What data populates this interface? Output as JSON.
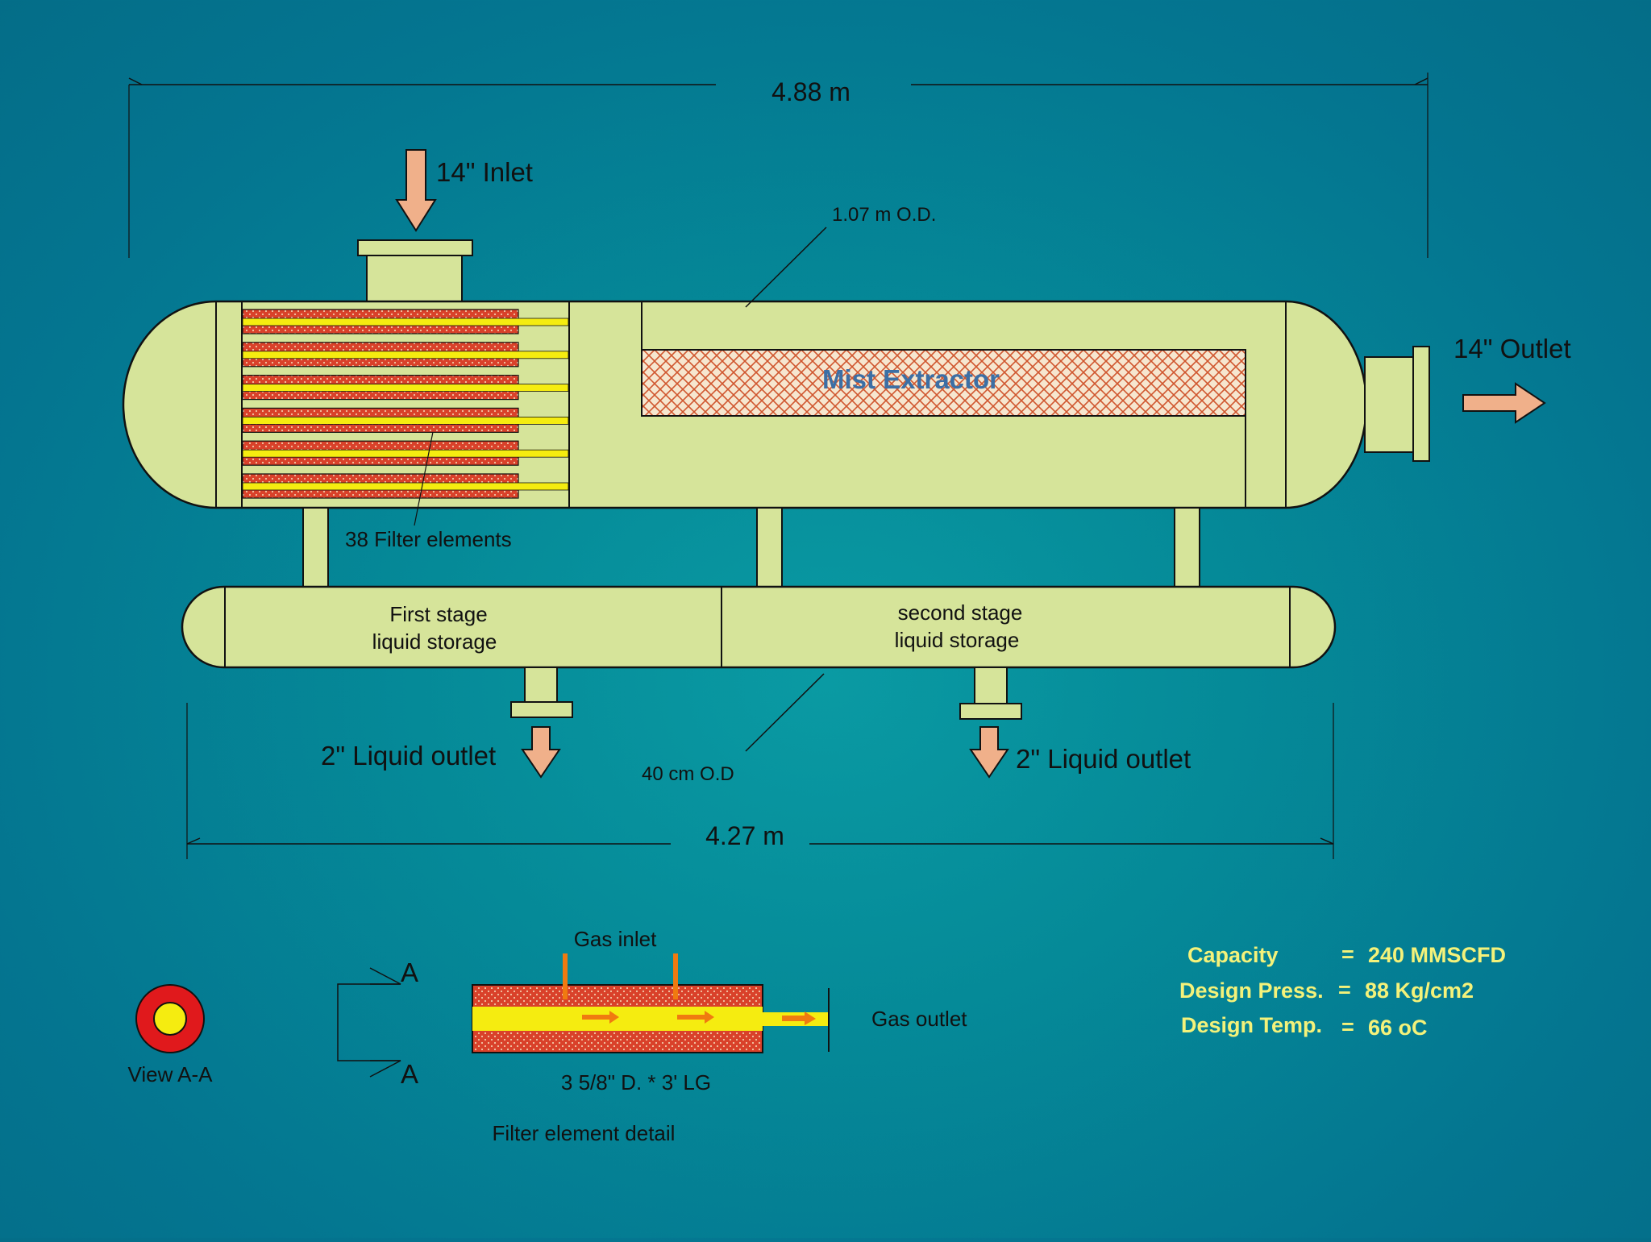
{
  "dimensions": {
    "overall_length": "4.88 m",
    "lower_length": "4.27 m",
    "vessel_od": "1.07 m O.D.",
    "lower_od": "40 cm O.D"
  },
  "nozzles": {
    "inlet": "14\" Inlet",
    "outlet": "14\" Outlet",
    "liquid_outlet_left": "2\" Liquid outlet",
    "liquid_outlet_right": "2\" Liquid outlet"
  },
  "internals": {
    "mist_extractor": "Mist Extractor",
    "filter_elements": "38 Filter elements",
    "first_stage": [
      "First stage",
      "liquid storage"
    ],
    "second_stage": [
      "second stage",
      "liquid storage"
    ]
  },
  "detail": {
    "view_label": "View A-A",
    "section_mark_top": "A",
    "section_mark_bottom": "A",
    "gas_inlet": "Gas inlet",
    "gas_outlet": "Gas outlet",
    "size": "3 5/8\" D. * 3' LG",
    "caption": "Filter element detail"
  },
  "specs": [
    {
      "label": "Capacity",
      "eq": "=",
      "value": "240 MMSCFD"
    },
    {
      "label": "Design Press.",
      "eq": "=",
      "value": "88 Kg/cm2"
    },
    {
      "label": "Design Temp.",
      "eq": "=",
      "value": "66 oC"
    }
  ],
  "colors": {
    "vessel": "#d6e49a",
    "filter_red": "#d9412a",
    "filter_yellow": "#f5ec10",
    "arrow": "#f0b08a",
    "spec_text": "#f4f27a"
  }
}
